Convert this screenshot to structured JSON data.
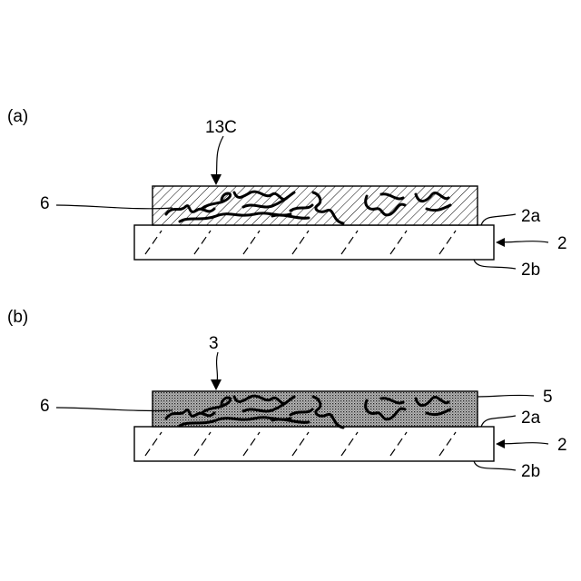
{
  "figure_a": {
    "panel_label": "(a)",
    "labels": {
      "film": "13C",
      "fibers": "6",
      "surface_top": "2a",
      "substrate": "2",
      "surface_bottom": "2b"
    }
  },
  "figure_b": {
    "panel_label": "(b)",
    "labels": {
      "composite": "3",
      "fibers": "6",
      "matrix": "5",
      "surface_top": "2a",
      "substrate": "2",
      "surface_bottom": "2b"
    }
  }
}
